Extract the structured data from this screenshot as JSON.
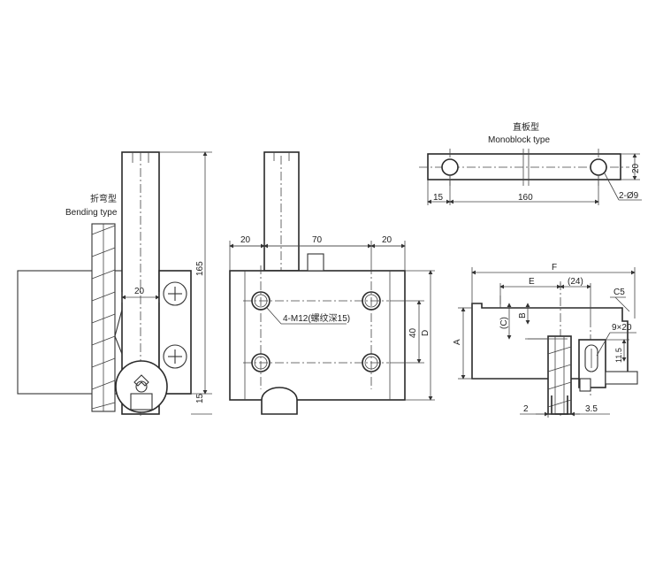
{
  "bending": {
    "title_cn": "折弯型",
    "title_en": "Bending type",
    "dim_width": "20",
    "dim_height": "165",
    "dim_bottom": "15"
  },
  "front": {
    "dim_left": "20",
    "dim_mid": "70",
    "dim_right": "20",
    "dim_height_40": "40",
    "dim_height_d": "D",
    "hole_callout": "4-M12(螺纹深15)"
  },
  "monoblock": {
    "title_cn": "直板型",
    "title_en": "Monoblock type",
    "dim_left": "15",
    "dim_mid": "160",
    "dim_height": "20",
    "hole_callout": "2-Ø9"
  },
  "side": {
    "dim_f": "F",
    "dim_e": "E",
    "dim_24": "(24)",
    "dim_c5": "C5",
    "dim_c": "(C)",
    "dim_b": "B",
    "dim_a": "A",
    "slot": "9×20",
    "dim_11_5": "11.5",
    "dim_2": "2",
    "dim_3_5": "3.5"
  }
}
